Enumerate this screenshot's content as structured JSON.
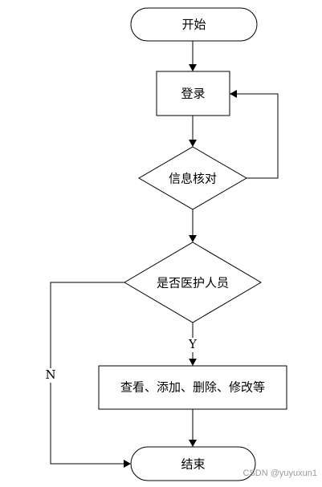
{
  "nodes": {
    "start": "开始",
    "login": "登录",
    "verify": "信息核对",
    "is_medical_staff": "是否医护人员",
    "operations": "查看、添加、删除、修改等",
    "end": "结束"
  },
  "edge_labels": {
    "yes": "Y",
    "no": "N"
  },
  "watermark": "CSDN @yuyuxun1"
}
